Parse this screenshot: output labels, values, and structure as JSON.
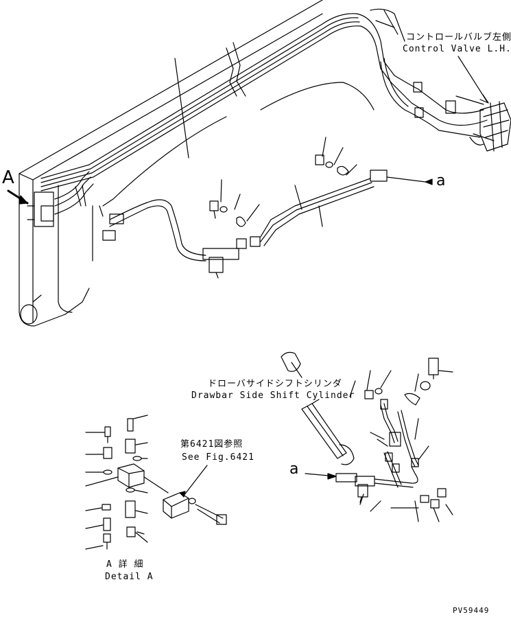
{
  "labels": {
    "control_valve_jp": "コントロールバルブ左側",
    "control_valve_en": "Control Valve L.H.",
    "view_a": "A",
    "arrow_a_top": "a",
    "cylinder_jp": "ドローバサイドシフトシリンダ",
    "cylinder_en": "Drawbar Side Shift Cylinder",
    "see_fig_jp": "第6421図参照",
    "see_fig_en": "See Fig.6421",
    "detail_jp": "A 詳 細",
    "detail_en": "Detail A",
    "arrow_a_bottom": "a",
    "part_code": "PV59449"
  }
}
